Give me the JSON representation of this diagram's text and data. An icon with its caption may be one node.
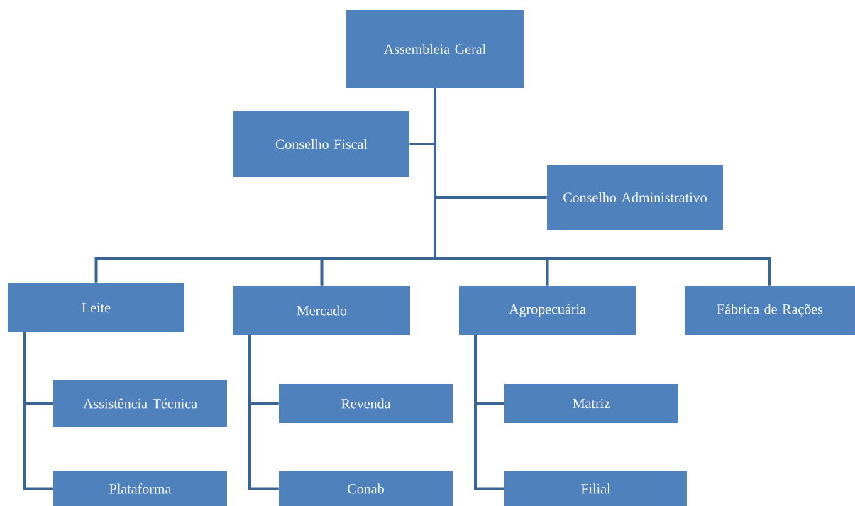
{
  "diagram": {
    "nodes": [
      {
        "text": [
          "Assembleia Geral"
        ]
      },
      {
        "text": [
          "Conselho Fiscal"
        ]
      },
      {
        "text": [
          "Conselho Administrativo"
        ]
      },
      {
        "text": [
          "Leite"
        ]
      },
      {
        "text": [
          "Mercado"
        ]
      },
      {
        "text": [
          "Agropecuária"
        ]
      },
      {
        "text": [
          "Fábrica de Rações"
        ]
      },
      {
        "text": [
          "Assistência Técnica"
        ]
      },
      {
        "text": [
          "Plataforma"
        ]
      },
      {
        "text": [
          "Revenda"
        ]
      },
      {
        "text": [
          "Conab"
        ]
      },
      {
        "text": [
          "Matriz"
        ]
      },
      {
        "text": [
          "Filial"
        ]
      }
    ],
    "edges": [
      {
        "from": 0,
        "to": 1,
        "arrow": "none"
      },
      {
        "from": 0,
        "to": 2,
        "arrow": "none"
      },
      {
        "from": 0,
        "to": 3,
        "arrow": "none"
      },
      {
        "from": 0,
        "to": 4,
        "arrow": "none"
      },
      {
        "from": 0,
        "to": 5,
        "arrow": "none"
      },
      {
        "from": 0,
        "to": 6,
        "arrow": "none"
      },
      {
        "from": 3,
        "to": 7,
        "arrow": "none"
      },
      {
        "from": 3,
        "to": 8,
        "arrow": "none"
      },
      {
        "from": 4,
        "to": 9,
        "arrow": "none"
      },
      {
        "from": 4,
        "to": 10,
        "arrow": "none"
      },
      {
        "from": 5,
        "to": 11,
        "arrow": "none"
      },
      {
        "from": 5,
        "to": 12,
        "arrow": "none"
      }
    ]
  }
}
